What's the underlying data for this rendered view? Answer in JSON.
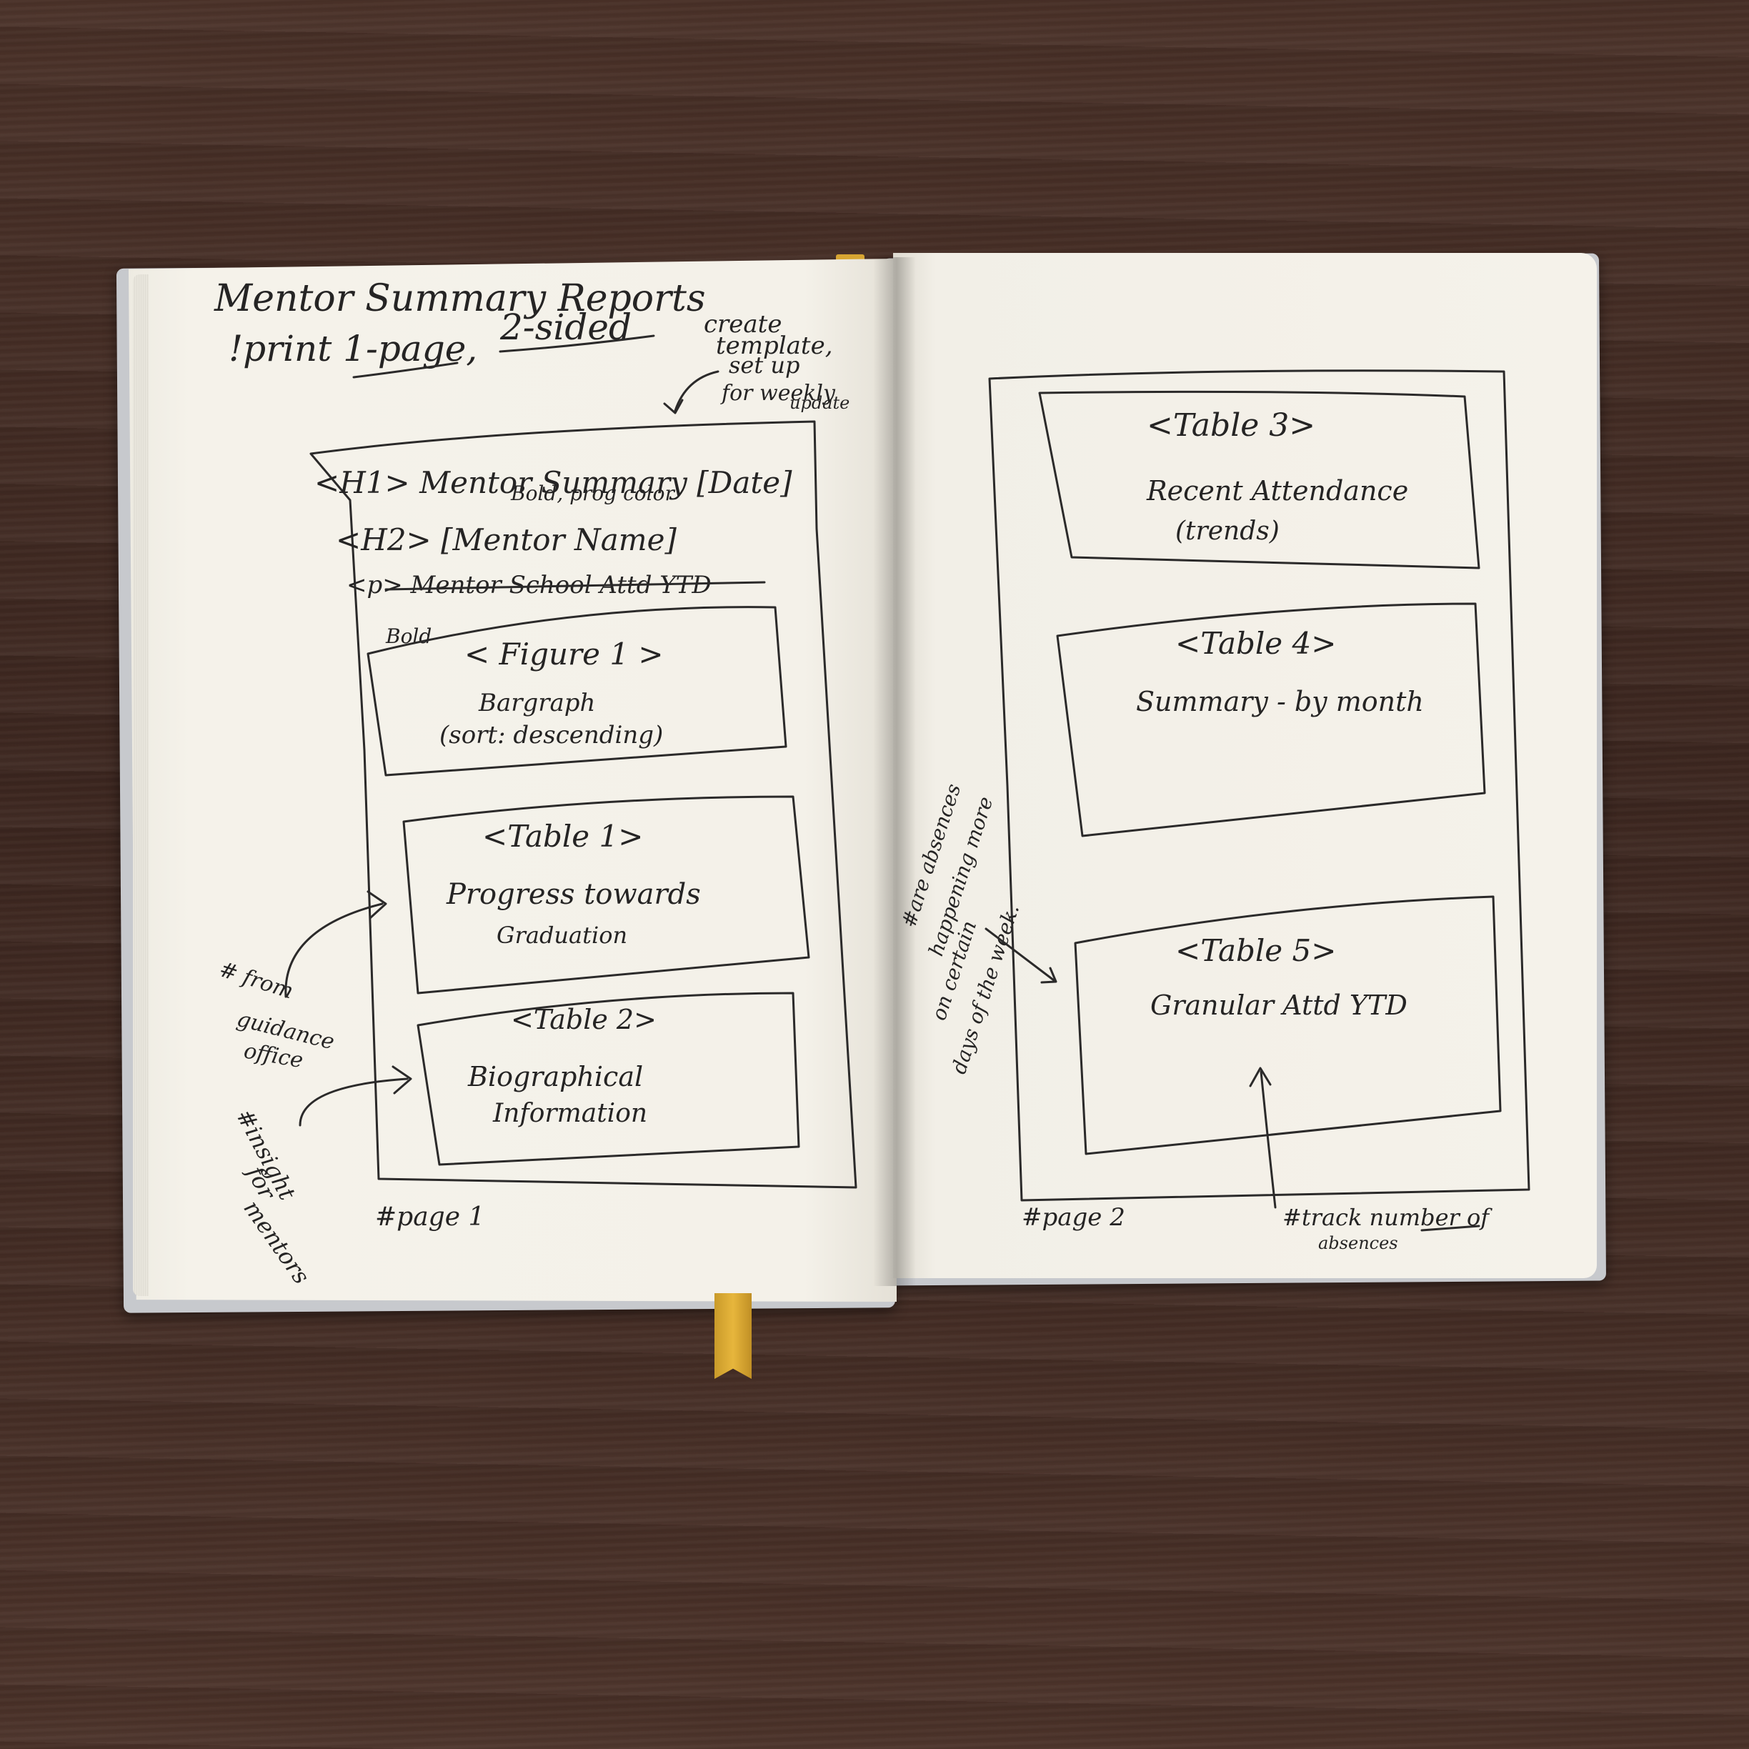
{
  "left_page": {
    "title_line1": "Mentor Summary Reports",
    "title_line2_prefix": "!print 1-page,",
    "title_line2_emph": "2-sided",
    "note_template_l1": "create",
    "note_template_l2": "template,",
    "note_template_l3": "set up",
    "note_template_l4": "for weekly",
    "note_template_l5": "update",
    "h1_line": "<H1> Mentor Summary [Date]",
    "h1_note": "Bold, prog color",
    "h2_line": "<H2> [Mentor Name]",
    "p_line": "<p> Mentor School Attd YTD",
    "p_note": "Bold",
    "figure1": {
      "tag": "< Figure 1 >",
      "line1": "Bargraph",
      "line2": "(sort: descending)"
    },
    "table1": {
      "tag": "<Table 1>",
      "line1": "Progress towards",
      "line2": "Graduation"
    },
    "table2": {
      "tag": "<Table 2>",
      "line1": "Biographical",
      "line2": "Information"
    },
    "side_note_1_l1": "# from",
    "side_note_1_l2": "guidance",
    "side_note_1_l3": "office",
    "side_note_2_l1": "#insight",
    "side_note_2_l2": "for",
    "side_note_2_l3": "mentors",
    "page_label": "#page 1"
  },
  "right_page": {
    "table3": {
      "tag": "<Table 3>",
      "line1": "Recent Attendance",
      "line2": "(trends)"
    },
    "table4": {
      "tag": "<Table 4>",
      "line1": "Summary - by month"
    },
    "table5": {
      "tag": "<Table 5>",
      "line1": "Granular Attd YTD"
    },
    "side_note_l1": "#are absences",
    "side_note_l2": "happening more",
    "side_note_l3": "on certain",
    "side_note_l4": "days of the week.",
    "bottom_note_l1": "#track number of",
    "bottom_note_l2": "absences",
    "page_label": "#page 2"
  }
}
